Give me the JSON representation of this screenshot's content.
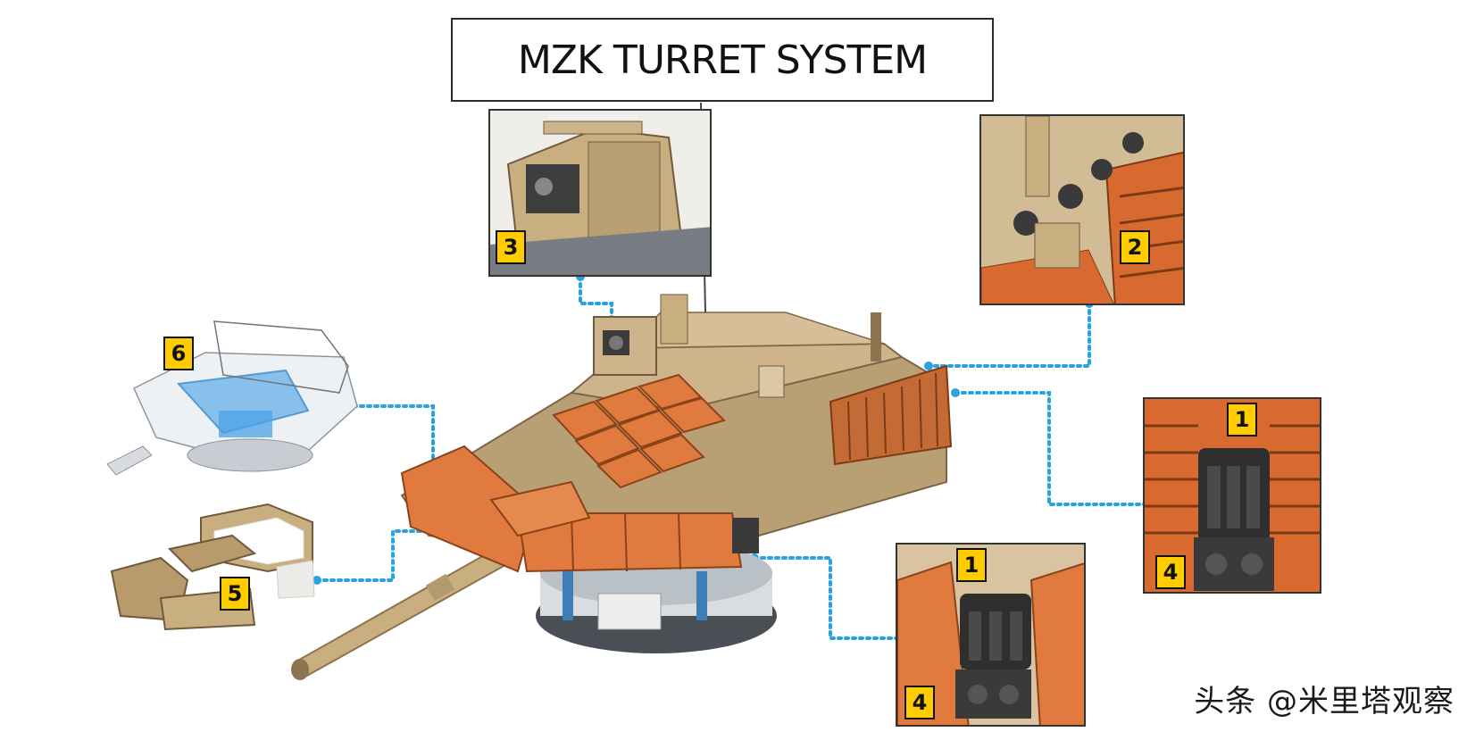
{
  "title": "MZK TURRET SYSTEM",
  "callouts": {
    "inset_top": "3",
    "inset_right_top": "2",
    "inset_right_mid_a": "1",
    "inset_right_mid_b": "4",
    "inset_bottom_a": "1",
    "inset_bottom_b": "4",
    "module_blue": "6",
    "module_armor": "5"
  },
  "watermark": "头条 @米里塔观察",
  "colors": {
    "sand": "#c9ae7f",
    "sand_dark": "#9d835a",
    "orange": "#e07a3e",
    "orange_dark": "#b85a27",
    "leader": "#29a3e0",
    "badge": "#ffcc00"
  }
}
